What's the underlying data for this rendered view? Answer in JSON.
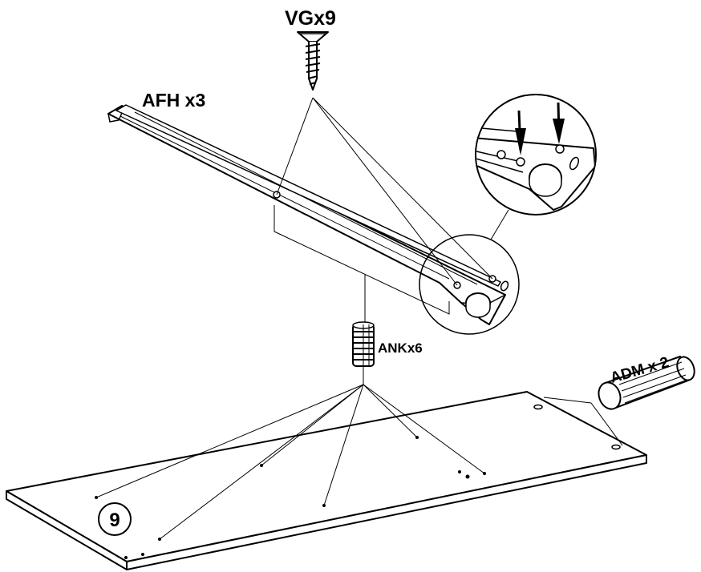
{
  "labels": {
    "screw": "VGx9",
    "rail": "AFH x3",
    "dowel": "ANKx6",
    "pin": "ADM x 2",
    "step": "9"
  },
  "icons": {
    "screw": "wood-screw-icon",
    "dowel": "plastic-dowel-icon",
    "pin": "wooden-pin-icon",
    "arrow": "down-arrow-icon"
  },
  "colors": {
    "line": "#000000",
    "background": "#ffffff"
  }
}
